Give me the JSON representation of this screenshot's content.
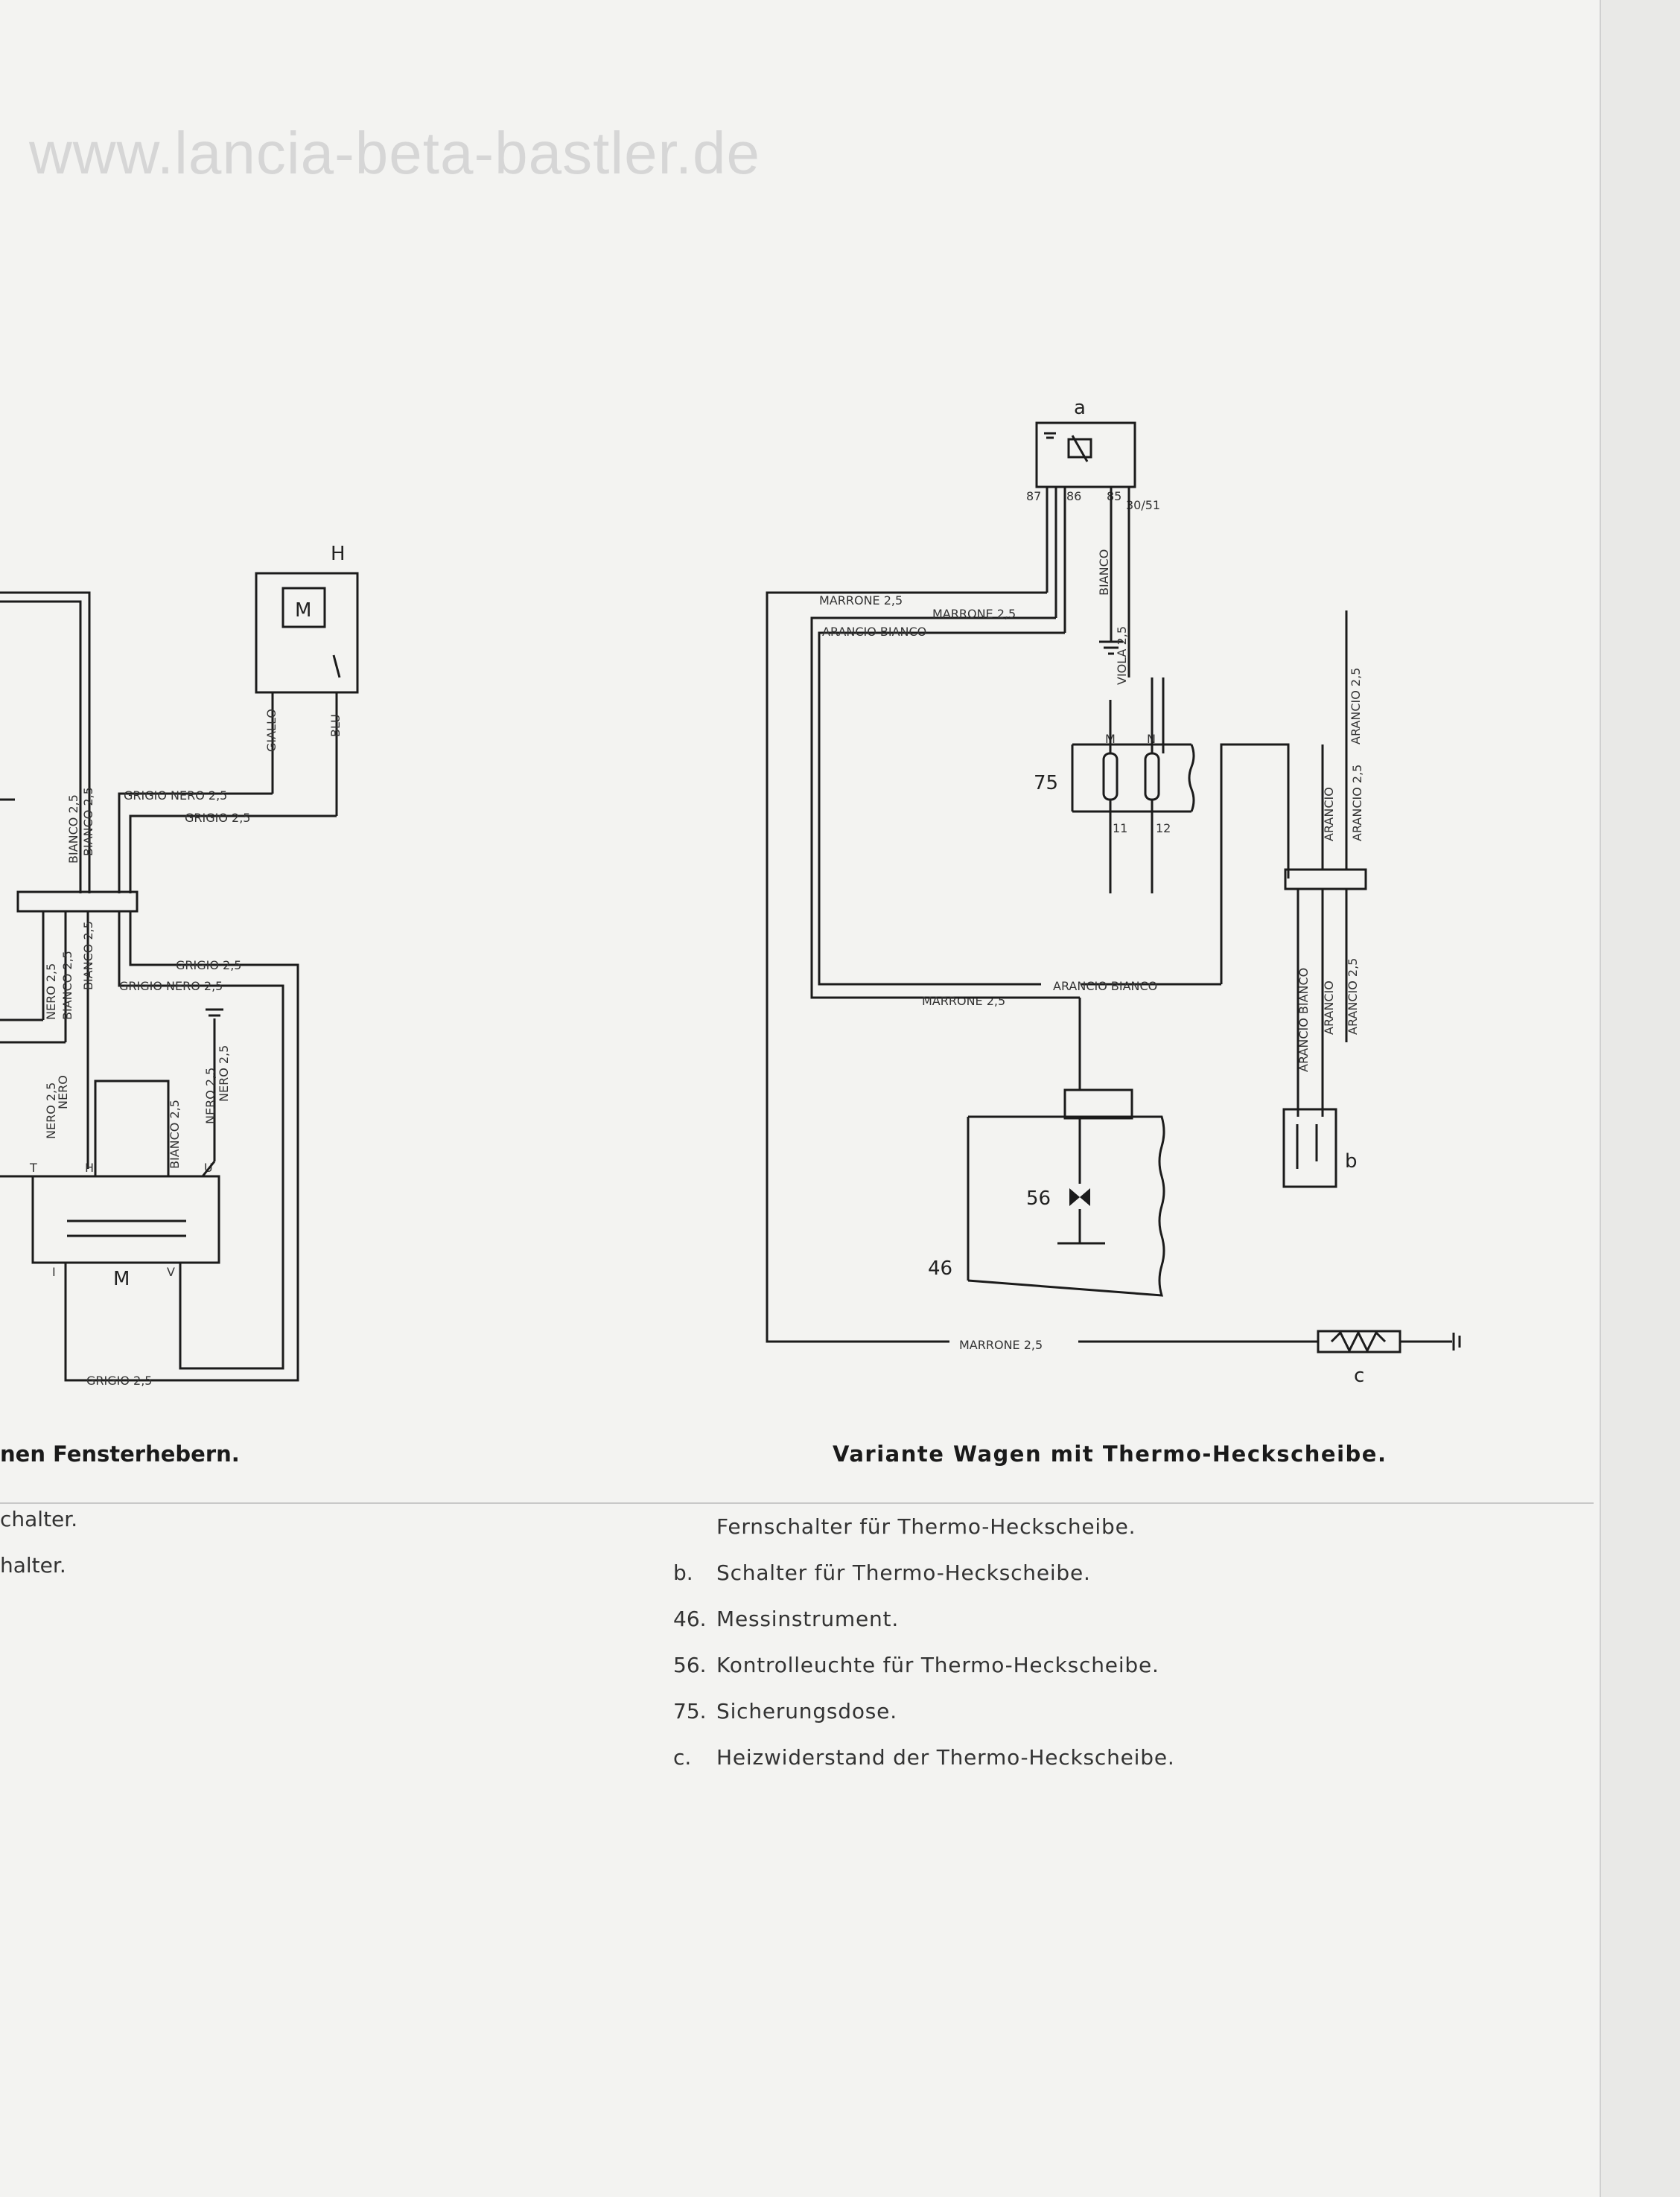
{
  "watermark": "www.lancia-beta-bastler.de",
  "captions": {
    "left": "nen Fensterhebern.",
    "right": "Variante Wagen mit Thermo-Heckscheibe."
  },
  "left_legend": [
    "chalter.",
    "halter."
  ],
  "legend": [
    {
      "key": "",
      "text": "Fernschalter für Thermo-Heckscheibe."
    },
    {
      "key": "b.",
      "text": "Schalter für Thermo-Heckscheibe."
    },
    {
      "key": "46.",
      "text": "Messinstrument."
    },
    {
      "key": "56.",
      "text": "Kontrolleuchte für Thermo-Heckscheibe."
    },
    {
      "key": "75.",
      "text": "Sicherungsdose."
    },
    {
      "key": "c.",
      "text": "Heizwiderstand der Thermo-Heckscheibe."
    }
  ],
  "components": {
    "a": "a",
    "b": "b",
    "c": "c",
    "h": "H",
    "m": "M",
    "fuse_box": "75",
    "instrument": "46",
    "lamp": "56",
    "motor_symbol": "M",
    "relay_pins": [
      "87",
      "86",
      "85",
      "30/51"
    ],
    "fuse_letters": [
      "M",
      "N"
    ],
    "fuse_numbers": [
      "11",
      "12"
    ],
    "switch_terminals": [
      "T",
      "H",
      "U",
      "I",
      "V"
    ]
  },
  "wires": {
    "marrone_25": "MARRONE 2,5",
    "arancio_bianco": "ARANCIO BIANCO",
    "bianco": "BIANCO",
    "viola_25": "VIOLA 2,5",
    "arancio": "ARANCIO",
    "arancio_25": "ARANCIO 2,5",
    "grigio_nero_25": "GRIGIO NERO 2,5",
    "grigio_25": "GRIGIO 2,5",
    "giallo": "GIALLO",
    "blu": "BLU",
    "bianco_25": "BIANCO 2,5",
    "nero_25": "NERO 2,5",
    "nero": "NERO",
    "grigio_frag": "2,5"
  }
}
